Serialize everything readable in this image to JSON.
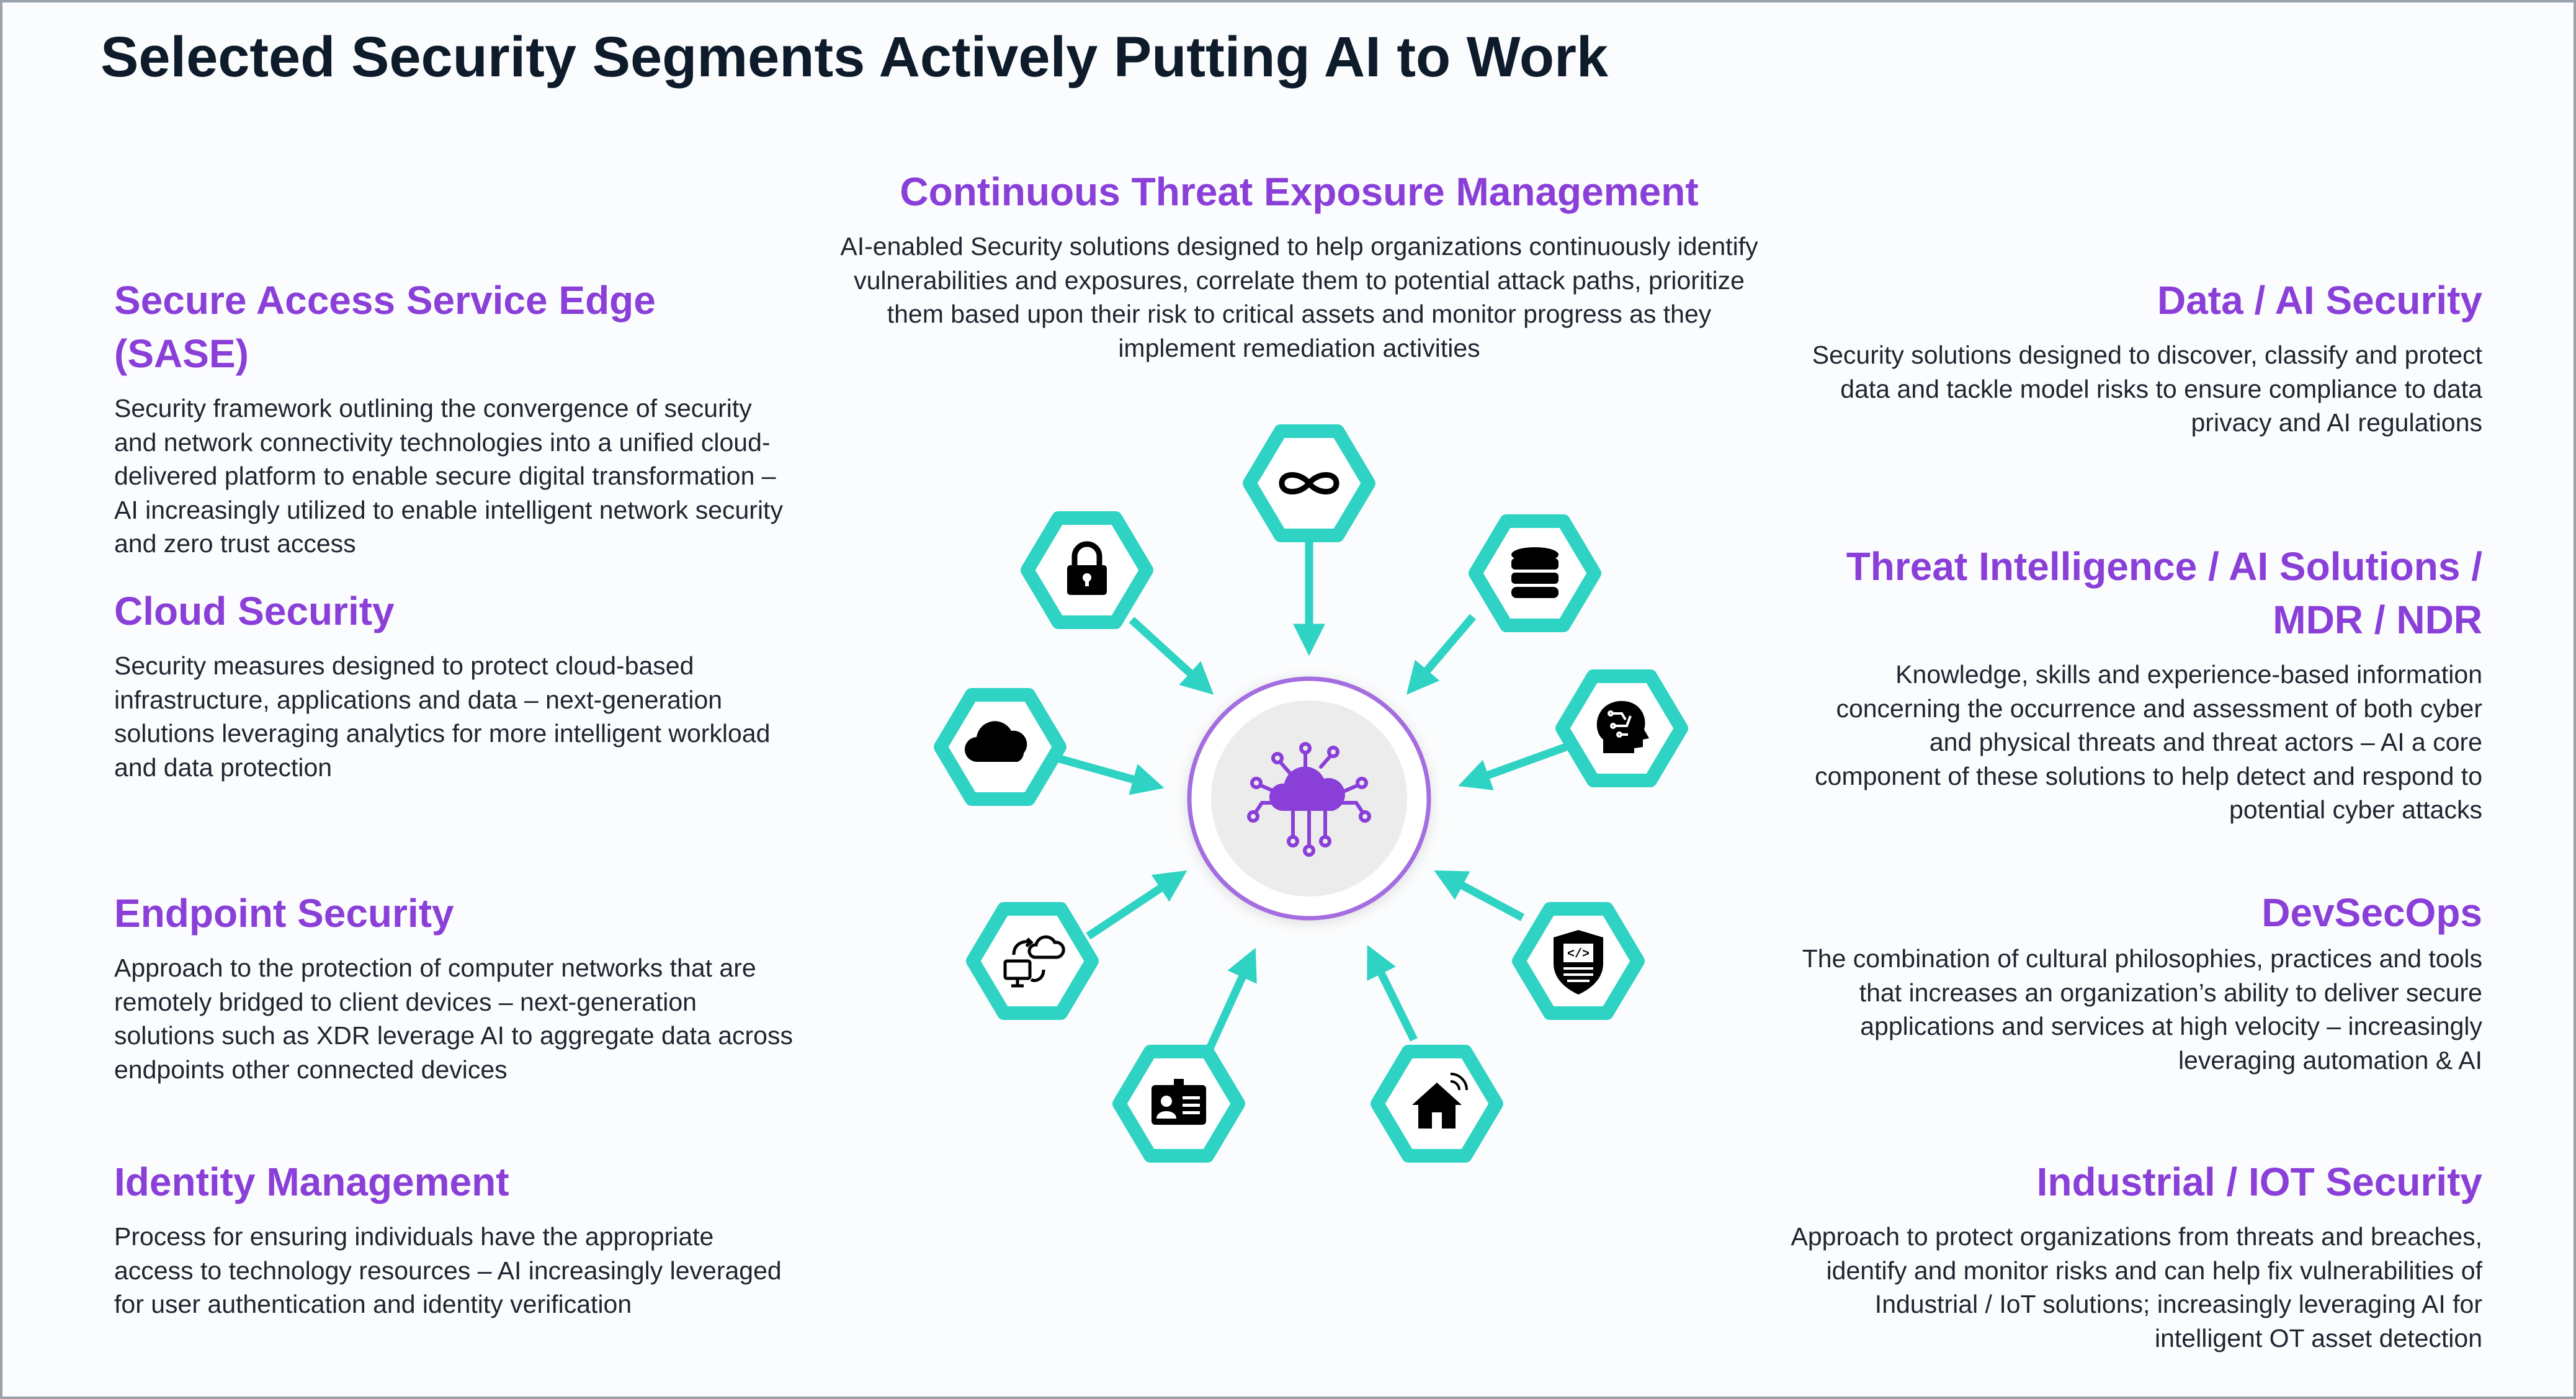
{
  "title": "Selected Security Segments Actively Putting AI to Work",
  "center": {
    "heading": "Continuous Threat Exposure Management",
    "body": "AI-enabled Security solutions designed to help organizations continuously identify vulnerabilities and exposures, correlate them to potential attack paths, prioritize them based upon their risk to critical assets and monitor progress as they implement remediation activities"
  },
  "left": [
    {
      "heading": "Secure Access Service Edge (SASE)",
      "body": "Security framework outlining the convergence of security and network connectivity technologies into a unified cloud-delivered platform to enable secure digital transformation – AI increasingly utilized to enable intelligent network security and zero trust access"
    },
    {
      "heading": "Cloud Security",
      "body": "Security measures designed to protect cloud-based infrastructure, applications and data – next-generation solutions leveraging analytics for more intelligent workload and data protection"
    },
    {
      "heading": "Endpoint Security",
      "body": "Approach to the protection of computer networks that are remotely bridged to client devices – next-generation solutions such as XDR leverage AI to aggregate data across endpoints other connected devices"
    },
    {
      "heading": "Identity Management",
      "body": "Process for ensuring individuals have the appropriate access to technology resources – AI increasingly leveraged for user authentication and identity verification"
    }
  ],
  "right": [
    {
      "heading": "Data / AI Security",
      "body": "Security solutions designed to discover, classify and protect data and tackle model risks to ensure compliance to data privacy and AI regulations"
    },
    {
      "heading": "Threat Intelligence / AI Solutions / MDR / NDR",
      "body": "Knowledge, skills and experience-based information concerning the occurrence and assessment of both cyber and physical threats and threat actors – AI a core component of these solutions to help detect and respond to potential cyber attacks"
    },
    {
      "heading": "DevSecOps",
      "body": "The combination of cultural philosophies, practices and tools that increases an organization’s ability to deliver secure applications and services at high velocity – increasingly leveraging automation & AI"
    },
    {
      "heading": "Industrial / IOT Security",
      "body": "Approach to protect organizations from threats and breaches, identify and monitor risks and can help fix vulnerabilities of Industrial / IoT solutions; increasingly leveraging AI for intelligent OT asset detection"
    }
  ],
  "colors": {
    "accent": "#8a3fd8",
    "teal": "#2fd3c4",
    "title": "#0d1b2a",
    "circle_ring": "#a46de0"
  },
  "hub_icon": "ai-cloud-network-icon",
  "nodes": [
    {
      "icon": "infinity-icon"
    },
    {
      "icon": "database-icon"
    },
    {
      "icon": "ai-brain-head-icon"
    },
    {
      "icon": "secure-code-shield-icon"
    },
    {
      "icon": "smart-home-icon"
    },
    {
      "icon": "id-card-icon"
    },
    {
      "icon": "cloud-sync-computer-icon"
    },
    {
      "icon": "cloud-icon"
    },
    {
      "icon": "padlock-icon"
    }
  ]
}
